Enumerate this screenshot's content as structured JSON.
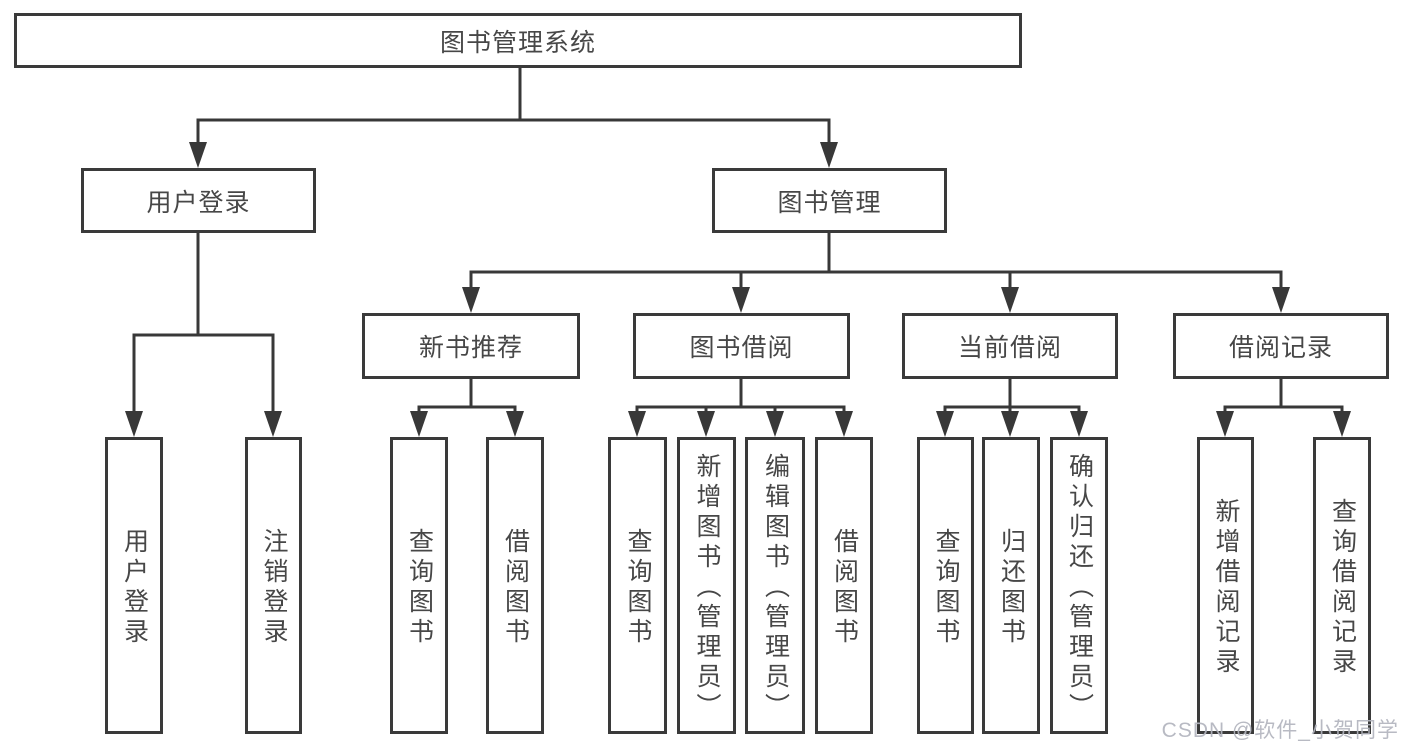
{
  "diagram_title": "图书管理系统",
  "nodes": {
    "root": "图书管理系统",
    "user_login": "用户登录",
    "book_mgmt": "图书管理",
    "new_book_rec": "新书推荐",
    "book_borrow": "图书借阅",
    "current_borrow": "当前借阅",
    "borrow_records": "借阅记录",
    "leaf_user_login": "用户登录",
    "leaf_logout": "注销登录",
    "leaf_query_books_rec": "查询图书",
    "leaf_borrow_books_rec": "借阅图书",
    "leaf_query_books_borrow": "查询图书",
    "leaf_add_books": "新增图书（管理员）",
    "leaf_edit_books": "编辑图书（管理员）",
    "leaf_borrow_books": "借阅图书",
    "leaf_query_books_current": "查询图书",
    "leaf_return_books": "归还图书",
    "leaf_confirm_return": "确认归还（管理员）",
    "leaf_add_borrow_record": "新增借阅记录",
    "leaf_query_borrow_record": "查询借阅记录"
  },
  "watermark": "CSDN @软件_小贺同学",
  "colors": {
    "line": "#383838",
    "box_border": "#3a3a3a",
    "text": "#474747",
    "background": "#ffffff",
    "watermark": "#b2b4be"
  }
}
